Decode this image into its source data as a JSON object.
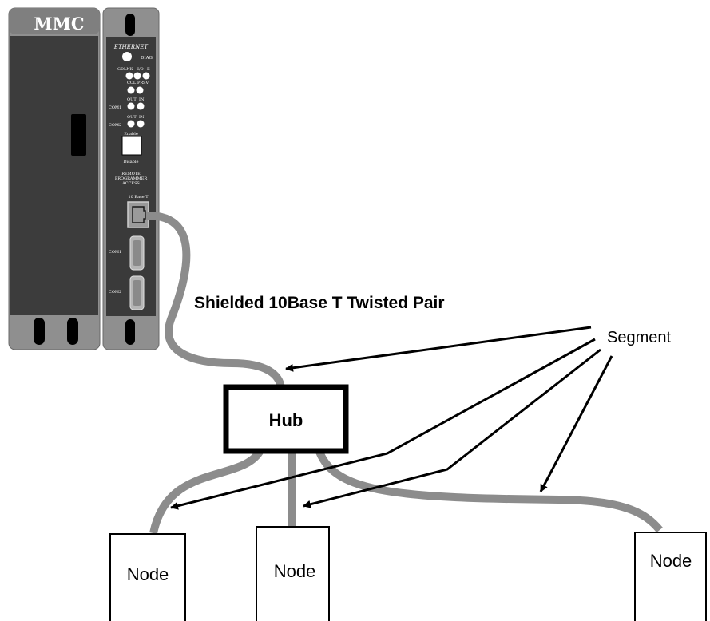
{
  "device": {
    "brand": "MMC",
    "module_title": "ETHERNET",
    "leds": {
      "diag": "DIAG",
      "gdlnk": "GDLNK",
      "io": "I/O",
      "e": "E",
      "col": "COL",
      "prsv": "PRSV",
      "out": "OUT",
      "in": "IN",
      "com1": "COM1",
      "com2": "COM2"
    },
    "switch": {
      "enable": "Enable",
      "disable": "Disable"
    },
    "remote_access": [
      "REMOTE",
      "PROGRAMMER",
      "ACCESS"
    ],
    "port_label": "10 Base T",
    "serial_ports": [
      "COM1",
      "COM2"
    ]
  },
  "labels": {
    "cable": "Shielded 10Base T Twisted Pair",
    "segment": "Segment",
    "hub": "Hub",
    "nodes": [
      "Node",
      "Node",
      "Node"
    ]
  },
  "colors": {
    "cable": "#8c8c8c",
    "panel": "#3a3a3a",
    "chassis": "#8f8f8f",
    "led": "#ffffff"
  }
}
